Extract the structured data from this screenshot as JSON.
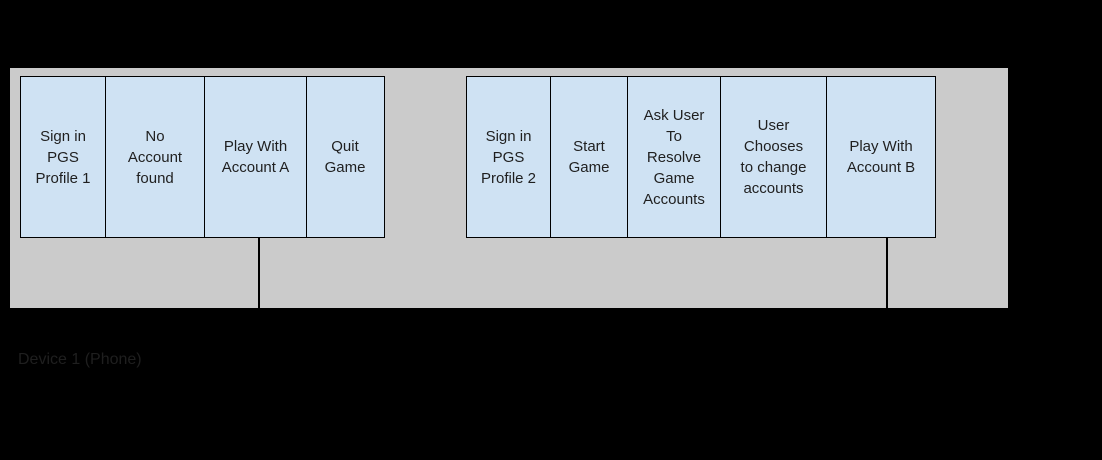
{
  "colors": {
    "bg": "#000000",
    "panel-bg": "#cbcbcb",
    "box-fill": "#cfe2f3",
    "line-color": "#000000",
    "text-color": "#1f1f1f"
  },
  "panel": {
    "lane_label": "Device 1 (Phone)"
  },
  "groups": [
    {
      "name": "device1-flow",
      "boxes": [
        {
          "label": "Sign in\nPGS\nProfile 1"
        },
        {
          "label": "No\nAccount\nfound"
        },
        {
          "label": "Play With\nAccount A"
        },
        {
          "label": "Quit\nGame"
        }
      ]
    },
    {
      "name": "device2-flow",
      "boxes": [
        {
          "label": "Sign in\nPGS\nProfile 2"
        },
        {
          "label": "Start\nGame"
        },
        {
          "label": "Ask User\nTo\nResolve\nGame\nAccounts"
        },
        {
          "label": "User\nChooses\nto change\naccounts"
        },
        {
          "label": "Play With\nAccount B"
        }
      ]
    }
  ]
}
